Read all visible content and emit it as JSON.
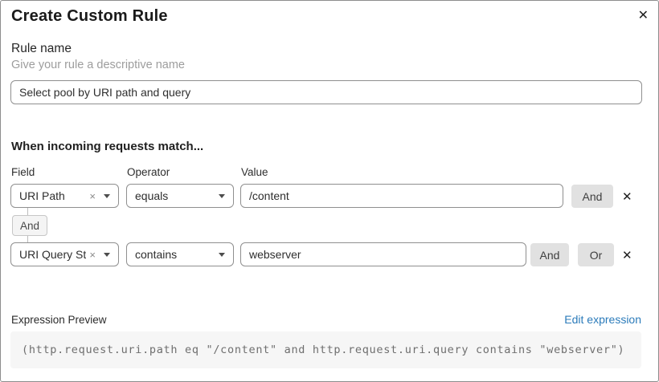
{
  "modal": {
    "title": "Create Custom Rule"
  },
  "icons": {
    "close": "✕",
    "clear": "×",
    "remove": "✕"
  },
  "rule_name": {
    "label": "Rule name",
    "helper": "Give your rule a descriptive name",
    "value": "Select pool by URI path and query"
  },
  "conditions": {
    "heading": "When incoming requests match...",
    "column_headers": {
      "field": "Field",
      "operator": "Operator",
      "value": "Value"
    },
    "connector_label": "And",
    "rows": [
      {
        "field": "URI Path",
        "operator": "equals",
        "value": "/content",
        "and_label": "And"
      },
      {
        "field": "URI Query St...",
        "operator": "contains",
        "value": "webserver",
        "and_label": "And",
        "or_label": "Or"
      }
    ]
  },
  "expression": {
    "label": "Expression Preview",
    "edit_link": "Edit expression",
    "code": "(http.request.uri.path eq \"/content\" and http.request.uri.query contains \"webserver\")"
  },
  "colors": {
    "link_blue": "#2b7bba",
    "button_gray": "#e1e1e1",
    "connector_chip_bg": "#f4f4f4",
    "code_background": "#f6f6f6",
    "input_border": "#8f8f8f"
  }
}
